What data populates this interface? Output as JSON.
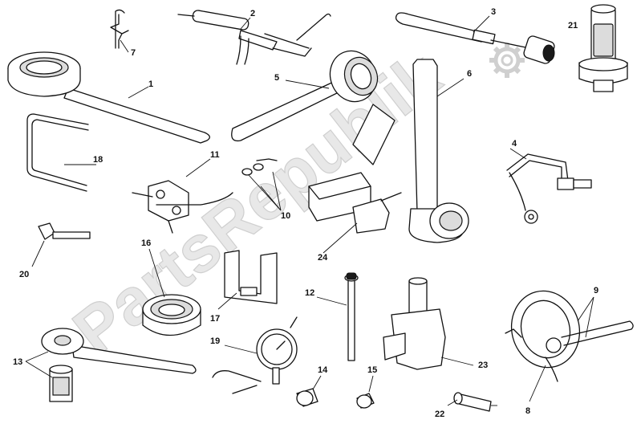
{
  "watermark": "PartsRepublik",
  "callouts": [
    {
      "id": "c1",
      "text": "1"
    },
    {
      "id": "c2",
      "text": "2"
    },
    {
      "id": "c3",
      "text": "3"
    },
    {
      "id": "c4",
      "text": "4"
    },
    {
      "id": "c5",
      "text": "5"
    },
    {
      "id": "c6",
      "text": "6"
    },
    {
      "id": "c7",
      "text": "7"
    },
    {
      "id": "c8",
      "text": "8"
    },
    {
      "id": "c9",
      "text": "9"
    },
    {
      "id": "c10",
      "text": "10"
    },
    {
      "id": "c11",
      "text": "11"
    },
    {
      "id": "c12",
      "text": "12"
    },
    {
      "id": "c13",
      "text": "13"
    },
    {
      "id": "c14",
      "text": "14"
    },
    {
      "id": "c15",
      "text": "15"
    },
    {
      "id": "c16",
      "text": "16"
    },
    {
      "id": "c17",
      "text": "17"
    },
    {
      "id": "c18",
      "text": "18"
    },
    {
      "id": "c19",
      "text": "19"
    },
    {
      "id": "c20",
      "text": "20"
    },
    {
      "id": "c21",
      "text": "21"
    },
    {
      "id": "c22",
      "text": "22"
    },
    {
      "id": "c23",
      "text": "23"
    },
    {
      "id": "c24",
      "text": "24"
    }
  ],
  "colors": {
    "line": "#111111",
    "background": "#ffffff",
    "watermark": "#e8e8e8"
  }
}
